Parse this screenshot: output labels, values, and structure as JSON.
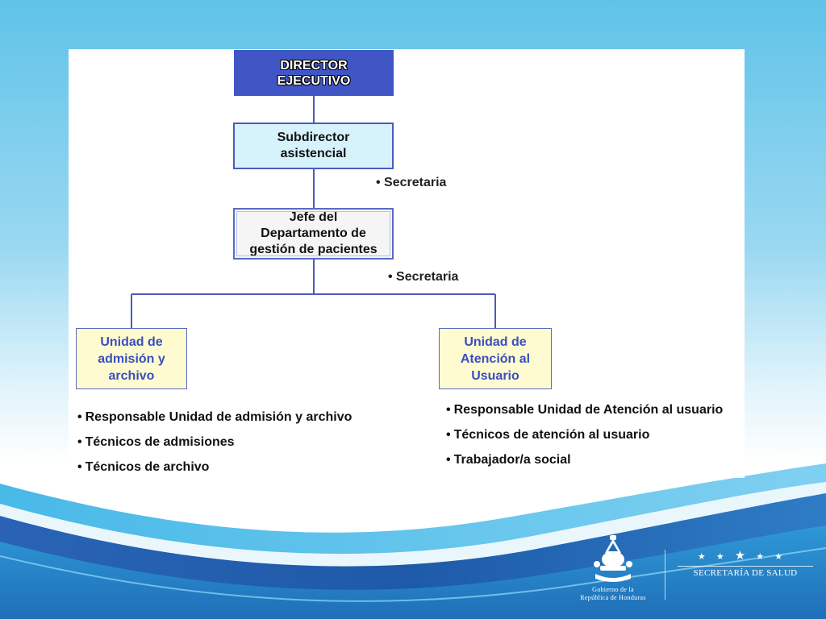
{
  "org_chart": {
    "director": "DIRECTOR\nEJECUTIVO",
    "subdirector": "Subdirector\nasistencial",
    "subdirector_note": "• Secretaria",
    "jefe": "Jefe del\nDepartamento de\ngestión de pacientes",
    "jefe_note": "• Secretaria",
    "unit_left": {
      "title": "Unidad de\nadmisión y\narchivo",
      "staff": [
        "Responsable Unidad de admisión y archivo",
        "Técnicos de admisiones",
        "Técnicos de archivo"
      ]
    },
    "unit_right": {
      "title": "Unidad de\nAtención al\nUsuario",
      "staff": [
        "Responsable Unidad de Atención al usuario",
        "Técnicos de atención al usuario",
        "Trabajador/a social"
      ]
    },
    "bullet": "•"
  },
  "footer": {
    "gobierno_line1": "Gobierno de la",
    "gobierno_line2": "República de Honduras",
    "stars": "★ ★",
    "star_center": "★",
    "secretaria": "SECRETARÍA DE SALUD"
  },
  "colors": {
    "director_fill": "#3f56c4",
    "subdirector_fill": "#d6f2fb",
    "unit_fill": "#fffbd1",
    "unit_text": "#3a4fbf",
    "connector": "#4a5bbd",
    "wave_dark": "#1b4f9c",
    "wave_light": "#3fb6e6"
  }
}
